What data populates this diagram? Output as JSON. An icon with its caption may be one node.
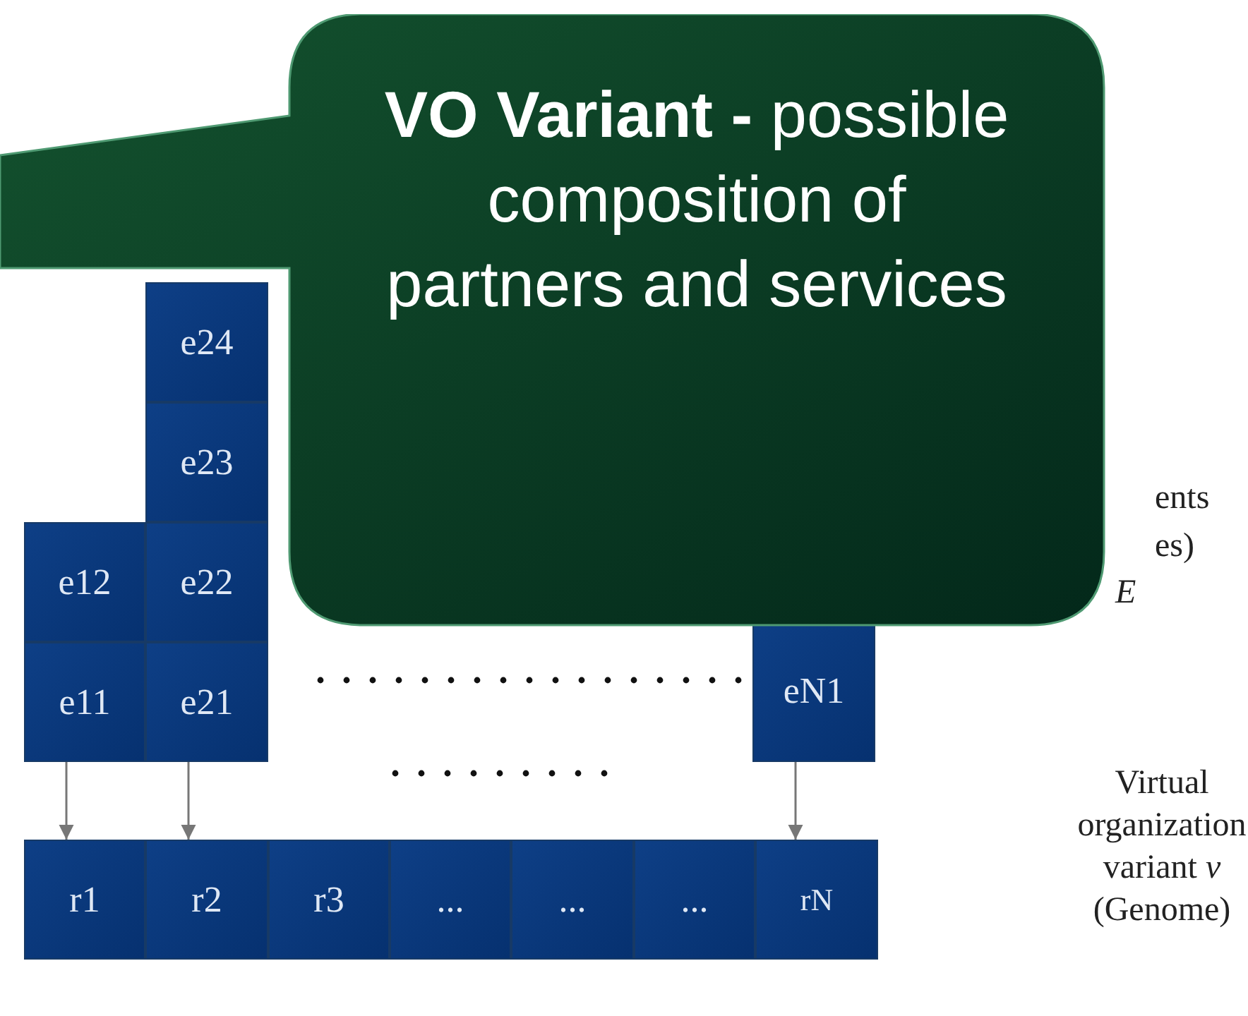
{
  "diagram": {
    "nodes": [
      {
        "text": [
          "**VO Variant -** possible composition of partners and services"
        ]
      },
      {
        "text": [
          "e24"
        ]
      },
      {
        "text": [
          "e23"
        ]
      },
      {
        "text": [
          "e12"
        ]
      },
      {
        "text": [
          "e22"
        ]
      },
      {
        "text": [
          "e11"
        ]
      },
      {
        "text": [
          "e21"
        ]
      },
      {
        "text": [
          "eN1"
        ]
      },
      {
        "text": [
          "r1"
        ]
      },
      {
        "text": [
          "r2"
        ]
      },
      {
        "text": [
          "r3"
        ]
      },
      {
        "text": [
          "..."
        ]
      },
      {
        "text": [
          "..."
        ]
      },
      {
        "text": [
          "..."
        ]
      },
      {
        "text": [
          "rN"
        ]
      }
    ],
    "edges": [
      {
        "from": 5,
        "to": 8,
        "arrow": "to"
      },
      {
        "from": 6,
        "to": 9,
        "arrow": "to"
      },
      {
        "from": 7,
        "to": 14,
        "arrow": "to"
      }
    ],
    "labels": [
      "ents",
      "es)",
      "E",
      "Virtual organization variant *v* (Genome)"
    ]
  }
}
